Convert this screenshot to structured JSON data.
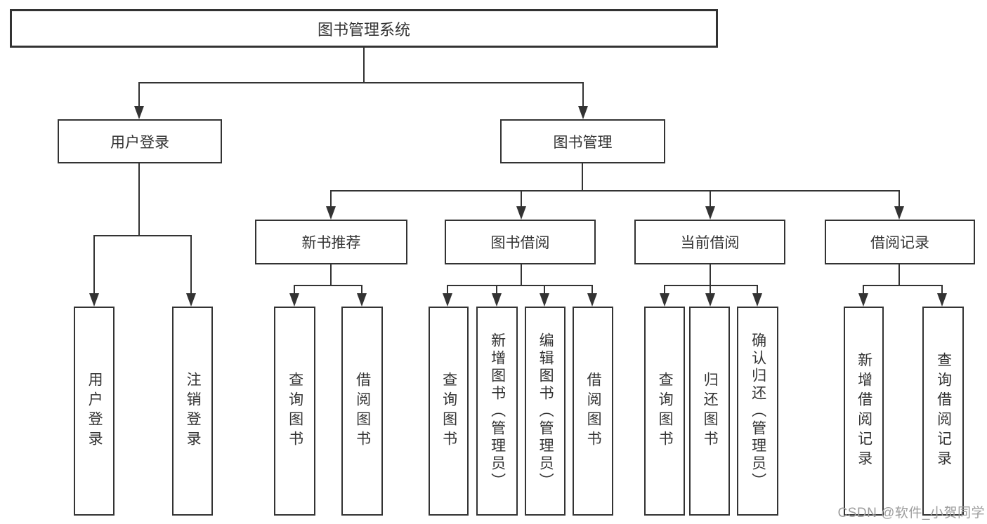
{
  "diagram": {
    "type": "tree",
    "colors": {
      "line": "#333333",
      "box_border": "#333333",
      "box_background": "#ffffff",
      "text": "#333333",
      "watermark": "#9d9d9d",
      "background": "#ffffff"
    },
    "root": {
      "label": "图书管理系统"
    },
    "level2": [
      {
        "label": "用户登录",
        "parent": "图书管理系统"
      },
      {
        "label": "图书管理",
        "parent": "图书管理系统"
      }
    ],
    "level3": [
      {
        "label": "新书推荐",
        "parent": "图书管理"
      },
      {
        "label": "图书借阅",
        "parent": "图书管理"
      },
      {
        "label": "当前借阅",
        "parent": "图书管理"
      },
      {
        "label": "借阅记录",
        "parent": "图书管理"
      }
    ],
    "leaves": [
      {
        "label": "用户登录",
        "parent": "用户登录"
      },
      {
        "label": "注销登录",
        "parent": "用户登录"
      },
      {
        "label": "查询图书",
        "parent": "新书推荐"
      },
      {
        "label": "借阅图书",
        "parent": "新书推荐"
      },
      {
        "label": "查询图书",
        "parent": "图书借阅"
      },
      {
        "label": "新增图书（管理员）",
        "parent": "图书借阅"
      },
      {
        "label": "编辑图书（管理员）",
        "parent": "图书借阅"
      },
      {
        "label": "借阅图书",
        "parent": "图书借阅"
      },
      {
        "label": "查询图书",
        "parent": "当前借阅"
      },
      {
        "label": "归还图书",
        "parent": "当前借阅"
      },
      {
        "label": "确认归还（管理员）",
        "parent": "当前借阅"
      },
      {
        "label": "新增借阅记录",
        "parent": "借阅记录"
      },
      {
        "label": "查询借阅记录",
        "parent": "借阅记录"
      }
    ],
    "watermark": "CSDN @软件_小贺同学"
  }
}
